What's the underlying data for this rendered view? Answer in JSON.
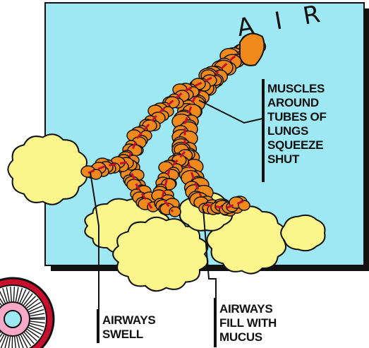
{
  "title_label": "A I R",
  "labels": {
    "muscles": [
      "MUSCLES",
      "AROUND",
      "TUBES OF",
      "LUNGS",
      "SQUEEZE",
      "SHUT"
    ],
    "swell": [
      "AIRWAYS",
      "SWELL"
    ],
    "mucus": [
      "AIRWAYS",
      "FILL WITH",
      "MUCUS"
    ]
  },
  "colors": {
    "background_panel": "#9ee8f4",
    "airway_orange": "#f08a1c",
    "muscle_red": "#c8102e",
    "alveoli_yellow": "#fbf68c",
    "outline": "#111111"
  }
}
